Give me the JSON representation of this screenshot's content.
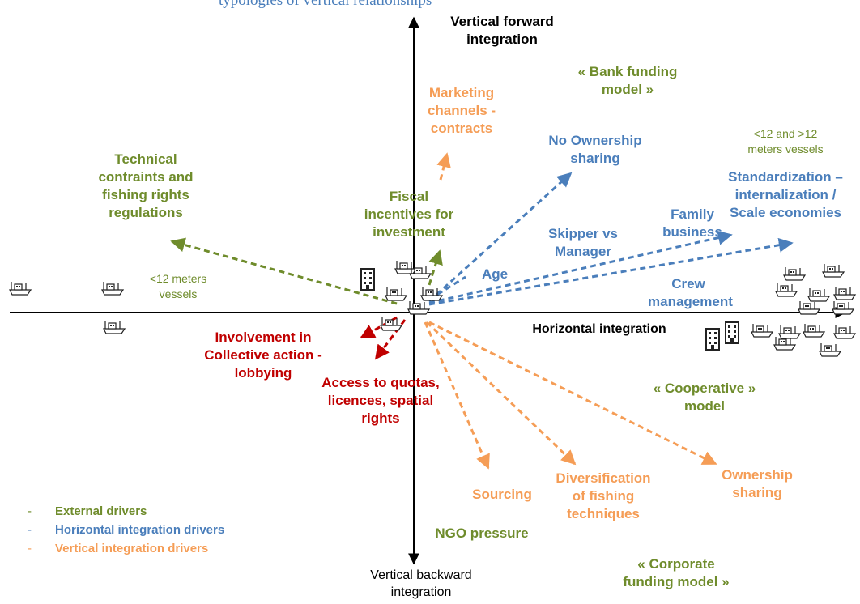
{
  "title_fragment": "typologies of vertical relationships",
  "axes": {
    "top": "Vertical forward\nintegration",
    "bottom": "Vertical backward\nintegration",
    "right": "Horizontal integration"
  },
  "labels": {
    "bank_funding": "« Bank funding\nmodel »",
    "cooperative": "« Cooperative »\nmodel",
    "corporate_funding": "« Corporate\nfunding model »",
    "marketing": "Marketing\nchannels -\ncontracts",
    "no_ownership": "No Ownership\nsharing",
    "vessels_both": "<12 and >12\nmeters vessels",
    "standardization": "Standardization –\ninternalization /\nScale economies",
    "technical": "Technical\ncontraints and\nfishing rights\nregulations",
    "fiscal": "Fiscal\nincentives for\ninvestment",
    "family": "Family\nbusiness",
    "skipper": "Skipper vs\nManager",
    "age": "Age",
    "crew": "Crew\nmanagement",
    "small_vessels": "<12 meters\nvessels",
    "involvement": "Involvement in\nCollective action -\nlobbying",
    "access": "Access to quotas,\nlicences, spatial\nrights",
    "sourcing": "Sourcing",
    "diversification": "Diversification\nof fishing\ntechniques",
    "ownership_sharing": "Ownership\nsharing",
    "ngo": "NGO pressure"
  },
  "legend": [
    {
      "dash": "-",
      "label": "External drivers",
      "color": "#6f8c2c"
    },
    {
      "dash": "-",
      "label": "Horizontal  integration drivers",
      "color": "#4a7ebb"
    },
    {
      "dash": "-",
      "label": "Vertical integration drivers",
      "color": "#f59d56"
    }
  ],
  "colors": {
    "external": "#6f8c2c",
    "horizontal": "#4a7ebb",
    "vertical": "#f59d56",
    "collective": "#c00000"
  },
  "icons": [
    "boat-icon",
    "building-icon"
  ]
}
